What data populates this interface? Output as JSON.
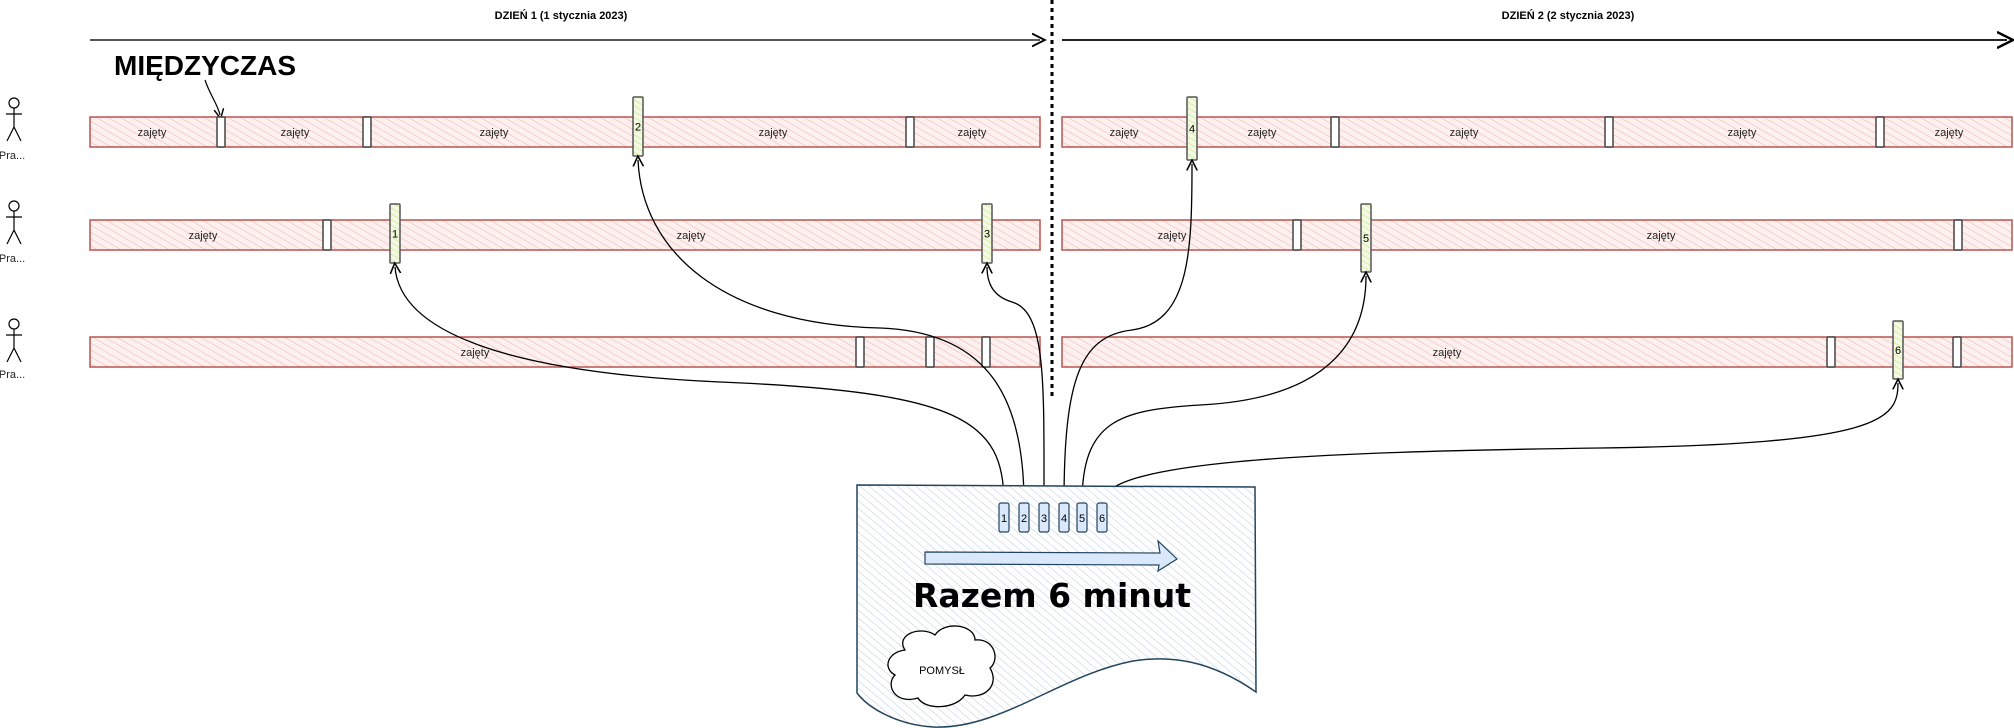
{
  "timeline": {
    "day1_title": "DZIEŃ  1 (1 stycznia 2023)",
    "day2_title": "DZIEŃ 2 (2 stycznia 2023)"
  },
  "annotation": "MIĘDZYCZAS",
  "actors": [
    {
      "label": "Pra..."
    },
    {
      "label": "Pra..."
    },
    {
      "label": "Pra..."
    }
  ],
  "busy_label": "zajęty",
  "slots": [
    "1",
    "2",
    "3",
    "4",
    "5",
    "6"
  ],
  "summary": {
    "title": "Razem 6 minut",
    "cloud_label": "POMYSŁ",
    "slot_labels": [
      "1",
      "2",
      "3",
      "4",
      "5",
      "6"
    ]
  },
  "colors": {
    "busy_stroke": "#b85450",
    "busy_fill": "#f8cecc",
    "slot_fill": "#cdeb8b",
    "doc_stroke": "#23445d",
    "doc_fill": "#dae8fc"
  }
}
